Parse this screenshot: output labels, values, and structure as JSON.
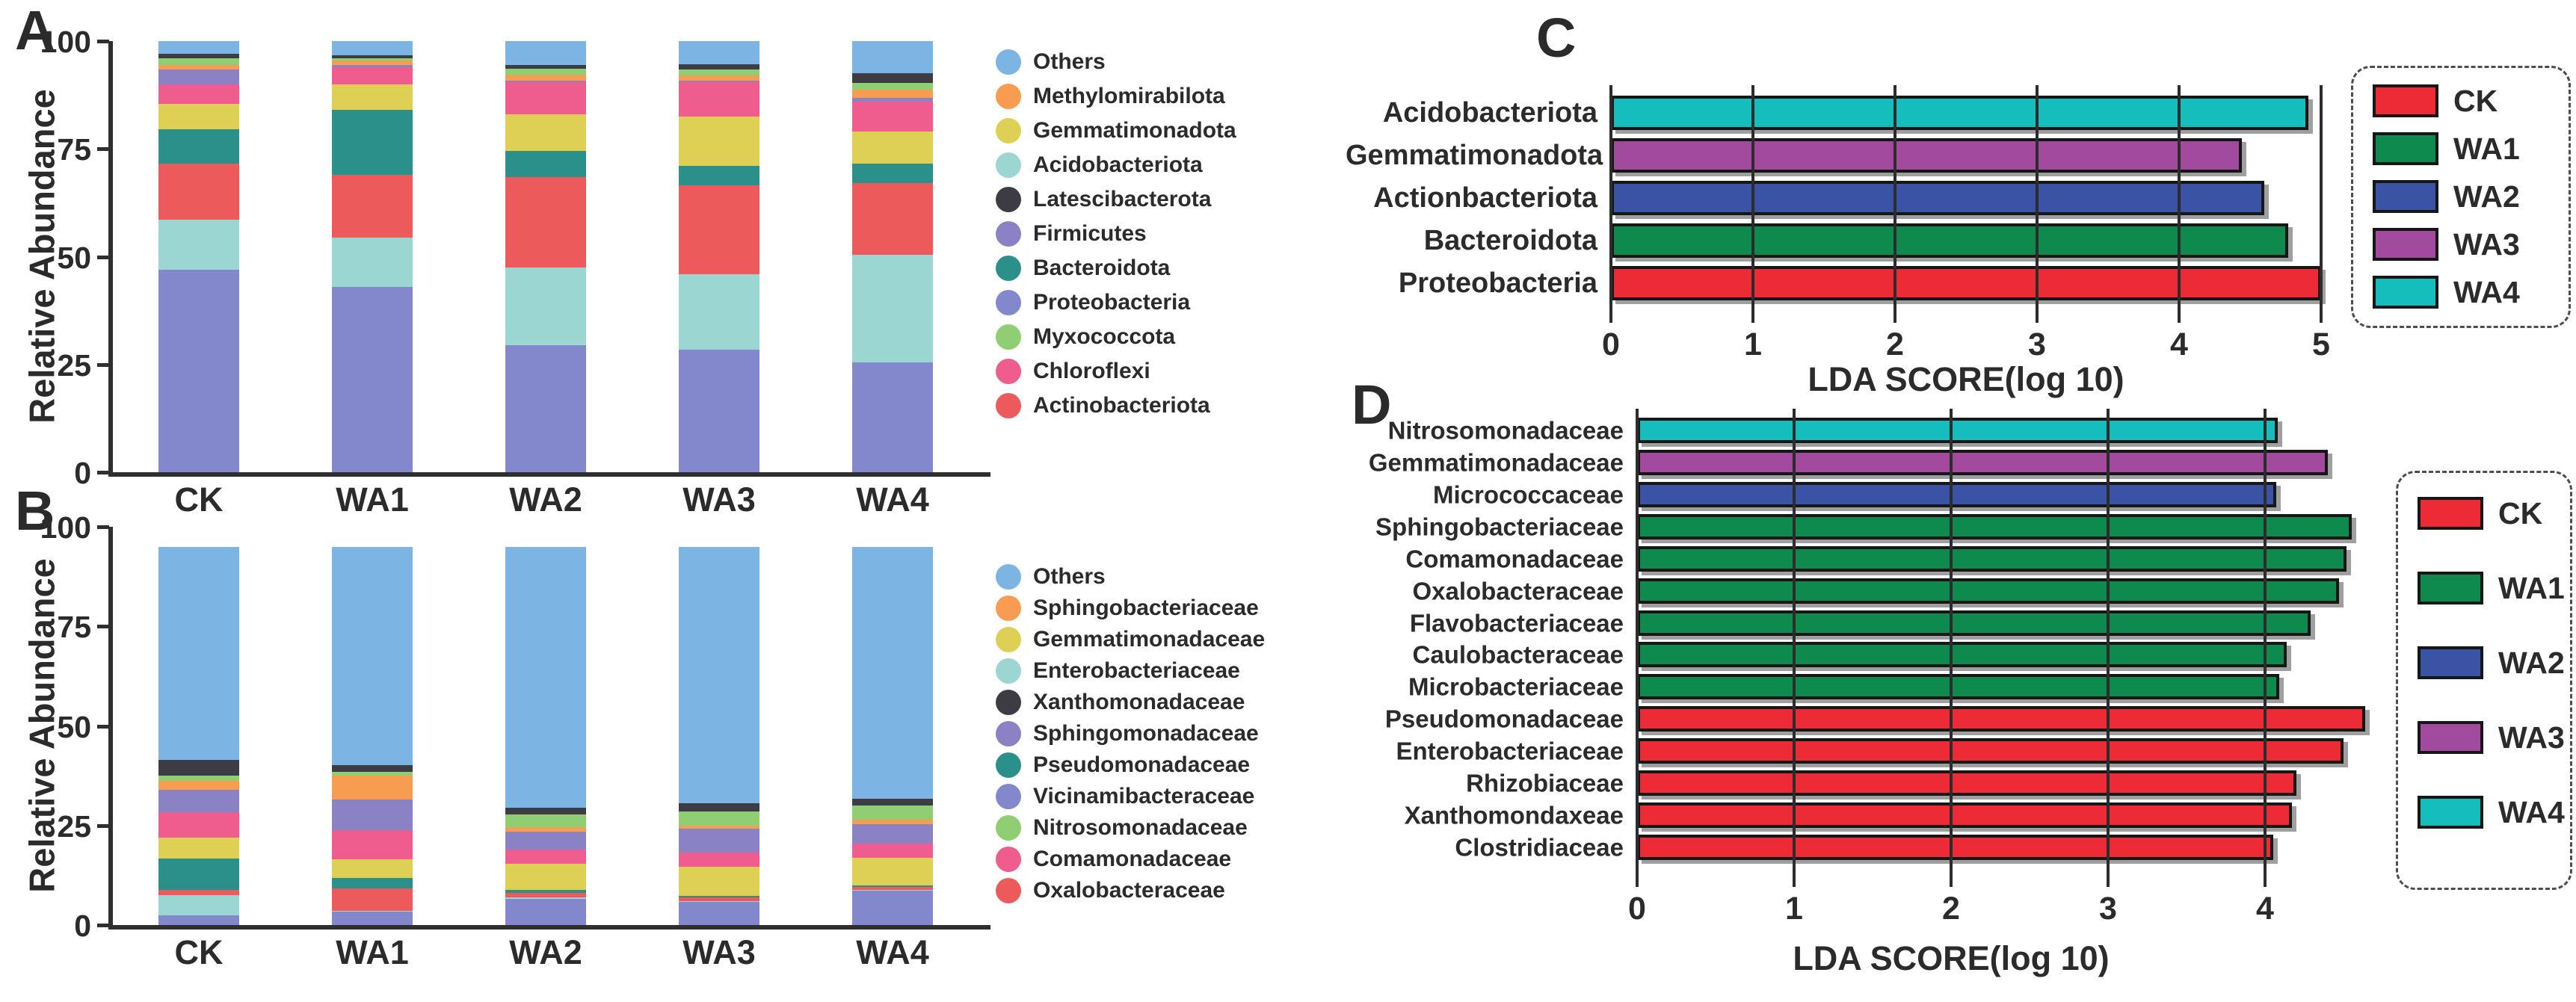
{
  "chart_data": [
    {
      "type": "bar",
      "variant": "stacked",
      "panel_label": "A",
      "ylabel": "Relative Abundance",
      "ylim": [
        0,
        100
      ],
      "yticks": [
        0,
        25,
        50,
        75,
        100
      ],
      "grid": false,
      "legend_position": "right",
      "categories": [
        "CK",
        "WA1",
        "WA2",
        "WA3",
        "WA4"
      ],
      "series": [
        {
          "name": "Proteobacteria",
          "color": "#8288cb",
          "values": [
            47.0,
            43.0,
            29.5,
            28.5,
            25.5
          ]
        },
        {
          "name": "Acidobacteriota",
          "color": "#9cd6d2",
          "values": [
            11.5,
            11.5,
            18.0,
            17.5,
            25.0
          ]
        },
        {
          "name": "Actinobacteriota",
          "color": "#ed5a5b",
          "values": [
            13.0,
            14.5,
            21.0,
            20.5,
            16.5
          ]
        },
        {
          "name": "Bacteroidota",
          "color": "#2a9089",
          "values": [
            8.0,
            15.0,
            6.0,
            4.5,
            4.5
          ]
        },
        {
          "name": "Gemmatimonadota",
          "color": "#ddd054",
          "values": [
            6.0,
            6.0,
            8.5,
            11.5,
            7.5
          ]
        },
        {
          "name": "Chloroflexi",
          "color": "#ee5d8d",
          "values": [
            4.5,
            4.0,
            7.5,
            8.0,
            7.0
          ]
        },
        {
          "name": "Firmicutes",
          "color": "#8a82c5",
          "values": [
            3.5,
            0.5,
            0.3,
            0.3,
            0.8
          ]
        },
        {
          "name": "Methylomirabilota",
          "color": "#f89c52",
          "values": [
            1.0,
            1.0,
            1.5,
            1.3,
            2.0
          ]
        },
        {
          "name": "Myxococcota",
          "color": "#8fce73",
          "values": [
            1.5,
            0.5,
            1.3,
            1.4,
            1.5
          ]
        },
        {
          "name": "Latescibacterota",
          "color": "#3d3b44",
          "values": [
            1.0,
            0.8,
            0.9,
            1.2,
            2.2
          ]
        },
        {
          "name": "Others",
          "color": "#7cb5e3",
          "values": [
            3.0,
            3.2,
            5.5,
            5.3,
            7.5
          ]
        }
      ],
      "legend": [
        {
          "label": "Others",
          "color": "#7cb5e3"
        },
        {
          "label": "Methylomirabilota",
          "color": "#f89c52"
        },
        {
          "label": "Gemmatimonadota",
          "color": "#ddd054"
        },
        {
          "label": "Acidobacteriota",
          "color": "#9cd6d2"
        },
        {
          "label": "Latescibacterota",
          "color": "#3d3b44"
        },
        {
          "label": "Firmicutes",
          "color": "#8a82c5"
        },
        {
          "label": "Bacteroidota",
          "color": "#2a9089"
        },
        {
          "label": "Proteobacteria",
          "color": "#8288cb"
        },
        {
          "label": "Myxococcota",
          "color": "#8fce73"
        },
        {
          "label": "Chloroflexi",
          "color": "#ee5d8d"
        },
        {
          "label": "Actinobacteriota",
          "color": "#ed5a5b"
        }
      ]
    },
    {
      "type": "bar",
      "variant": "stacked",
      "panel_label": "B",
      "ylabel": "Relative Abundance",
      "ylim": [
        0,
        100
      ],
      "yticks": [
        0,
        25,
        50,
        75,
        100
      ],
      "grid": false,
      "legend_position": "right",
      "categories": [
        "CK",
        "WA1",
        "WA2",
        "WA3",
        "WA4"
      ],
      "series": [
        {
          "name": "Vicinamibacteraceae",
          "color": "#8288cb",
          "values": [
            2.4,
            3.3,
            6.6,
            5.8,
            8.6
          ]
        },
        {
          "name": "Enterobacteriaceae",
          "color": "#9cd6d2",
          "values": [
            5.2,
            0.3,
            0.3,
            0.2,
            0.2
          ]
        },
        {
          "name": "Oxalobacteraceae",
          "color": "#ed5a5b",
          "values": [
            1.3,
            5.6,
            1.2,
            1.0,
            0.8
          ]
        },
        {
          "name": "Pseudomonadaceae",
          "color": "#2a9089",
          "values": [
            7.8,
            2.6,
            0.8,
            0.3,
            0.4
          ]
        },
        {
          "name": "Gemmatimonadaceae",
          "color": "#ddd054",
          "values": [
            5.2,
            4.7,
            6.5,
            7.3,
            6.9
          ]
        },
        {
          "name": "Comamonadaceae",
          "color": "#ee5d8d",
          "values": [
            6.5,
            7.3,
            3.6,
            3.6,
            3.6
          ]
        },
        {
          "name": "Sphingomonadaceae",
          "color": "#8a82c5",
          "values": [
            5.6,
            7.8,
            4.4,
            6.0,
            4.8
          ]
        },
        {
          "name": "Sphingobacteriaceae",
          "color": "#f89c52",
          "values": [
            2.2,
            6.0,
            1.2,
            0.8,
            1.2
          ]
        },
        {
          "name": "Nitrosomonadaceae",
          "color": "#8fce73",
          "values": [
            1.3,
            0.9,
            3.2,
            3.6,
            3.6
          ]
        },
        {
          "name": "Xanthomonadaceae",
          "color": "#3d3b44",
          "values": [
            3.9,
            1.7,
            1.6,
            2.0,
            1.6
          ]
        },
        {
          "name": "Others",
          "color": "#7cb5e3",
          "values": [
            53.6,
            54.8,
            65.6,
            64.4,
            63.3
          ]
        }
      ],
      "legend": [
        {
          "label": "Others",
          "color": "#7cb5e3"
        },
        {
          "label": "Sphingobacteriaceae",
          "color": "#f89c52"
        },
        {
          "label": "Gemmatimonadaceae",
          "color": "#ddd054"
        },
        {
          "label": "Enterobacteriaceae",
          "color": "#9cd6d2"
        },
        {
          "label": "Xanthomonadaceae",
          "color": "#3d3b44"
        },
        {
          "label": "Sphingomonadaceae",
          "color": "#8a82c5"
        },
        {
          "label": "Pseudomonadaceae",
          "color": "#2a9089"
        },
        {
          "label": "Vicinamibacteraceae",
          "color": "#8288cb"
        },
        {
          "label": "Nitrosomonadaceae",
          "color": "#8fce73"
        },
        {
          "label": "Comamonadaceae",
          "color": "#ee5d8d"
        },
        {
          "label": "Oxalobacteraceae",
          "color": "#ed5a5b"
        }
      ]
    },
    {
      "type": "bar",
      "orientation": "horizontal",
      "panel_label": "C",
      "xlabel": "LDA SCORE(log 10)",
      "xlim": [
        0,
        5
      ],
      "xticks": [
        0,
        1,
        2,
        3,
        4,
        5
      ],
      "grid": true,
      "legend_position": "right",
      "bars": [
        {
          "label": "Acidobacteriota",
          "group": "WA4",
          "value": 4.91
        },
        {
          "label": "Gemmatimonadota",
          "group": "WA3",
          "value": 4.44
        },
        {
          "label": "Actionbacteriota",
          "group": "WA2",
          "value": 4.6
        },
        {
          "label": "Bacteroidota",
          "group": "WA1",
          "value": 4.77
        },
        {
          "label": "Proteobacteria",
          "group": "CK",
          "value": 5.0
        }
      ],
      "legend": [
        {
          "label": "CK",
          "color": "#ed2b36"
        },
        {
          "label": "WA1",
          "color": "#0e8a4e"
        },
        {
          "label": "WA2",
          "color": "#3a53a4"
        },
        {
          "label": "WA3",
          "color": "#a14a9e"
        },
        {
          "label": "WA4",
          "color": "#15bdbc"
        }
      ]
    },
    {
      "type": "bar",
      "orientation": "horizontal",
      "panel_label": "D",
      "xlabel": "LDA SCORE(log 10)",
      "xlim": [
        0,
        4
      ],
      "xticks": [
        0,
        1,
        2,
        3,
        4
      ],
      "grid": true,
      "legend_position": "right",
      "bars": [
        {
          "label": "Nitrosomonadaceae",
          "group": "WA4",
          "value": 4.08
        },
        {
          "label": "Gemmatimonadaceae",
          "group": "WA3",
          "value": 4.4
        },
        {
          "label": "Micrococcaceae",
          "group": "WA2",
          "value": 4.07
        },
        {
          "label": "Sphingobacteriaceae",
          "group": "WA1",
          "value": 4.55
        },
        {
          "label": "Comamonadaceae",
          "group": "WA1",
          "value": 4.52
        },
        {
          "label": "Oxalobacteraceae",
          "group": "WA1",
          "value": 4.47
        },
        {
          "label": "Flavobacteriaceae",
          "group": "WA1",
          "value": 4.29
        },
        {
          "label": "Caulobacteraceae",
          "group": "WA1",
          "value": 4.14
        },
        {
          "label": "Microbacteriaceae",
          "group": "WA1",
          "value": 4.09
        },
        {
          "label": "Pseudomonadaceae",
          "group": "CK",
          "value": 4.64
        },
        {
          "label": "Enterobacteriaceae",
          "group": "CK",
          "value": 4.5
        },
        {
          "label": "Rhizobiaceae",
          "group": "CK",
          "value": 4.2
        },
        {
          "label": "Xanthomondaxeae",
          "group": "CK",
          "value": 4.17
        },
        {
          "label": "Clostridiaceae",
          "group": "CK",
          "value": 4.05
        }
      ],
      "legend": [
        {
          "label": "CK",
          "color": "#ed2b36"
        },
        {
          "label": "WA1",
          "color": "#0e8a4e"
        },
        {
          "label": "WA2",
          "color": "#3a53a4"
        },
        {
          "label": "WA3",
          "color": "#a14a9e"
        },
        {
          "label": "WA4",
          "color": "#15bdbc"
        }
      ]
    }
  ]
}
